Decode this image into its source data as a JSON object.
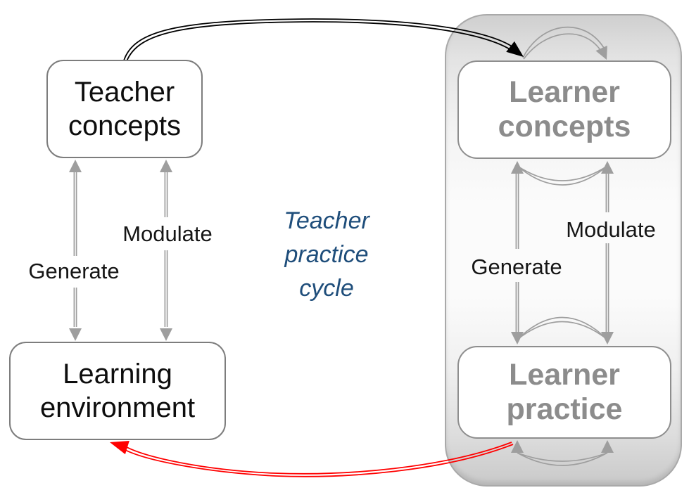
{
  "figure": {
    "title": "Teacher practice cycle",
    "nodes": {
      "teacher_concepts": "Teacher concepts",
      "learning_environment": "Learning environment",
      "learner_concepts": "Learner concepts",
      "learner_practice": "Learner practice"
    },
    "edges": {
      "teacher_generate": "Generate",
      "teacher_modulate": "Modulate",
      "learner_generate": "Generate",
      "learner_modulate": "Modulate"
    },
    "colors": {
      "title_blue": "#1F4E7B",
      "arrow_gray": "#9E9E9E",
      "teacher_to_learner_arrow_black": "#000000",
      "practice_to_environment_arrow_red": "#FF0000",
      "learner_text_gray": "#8C8C8C",
      "panel_gray": "#E9E9E9"
    }
  }
}
